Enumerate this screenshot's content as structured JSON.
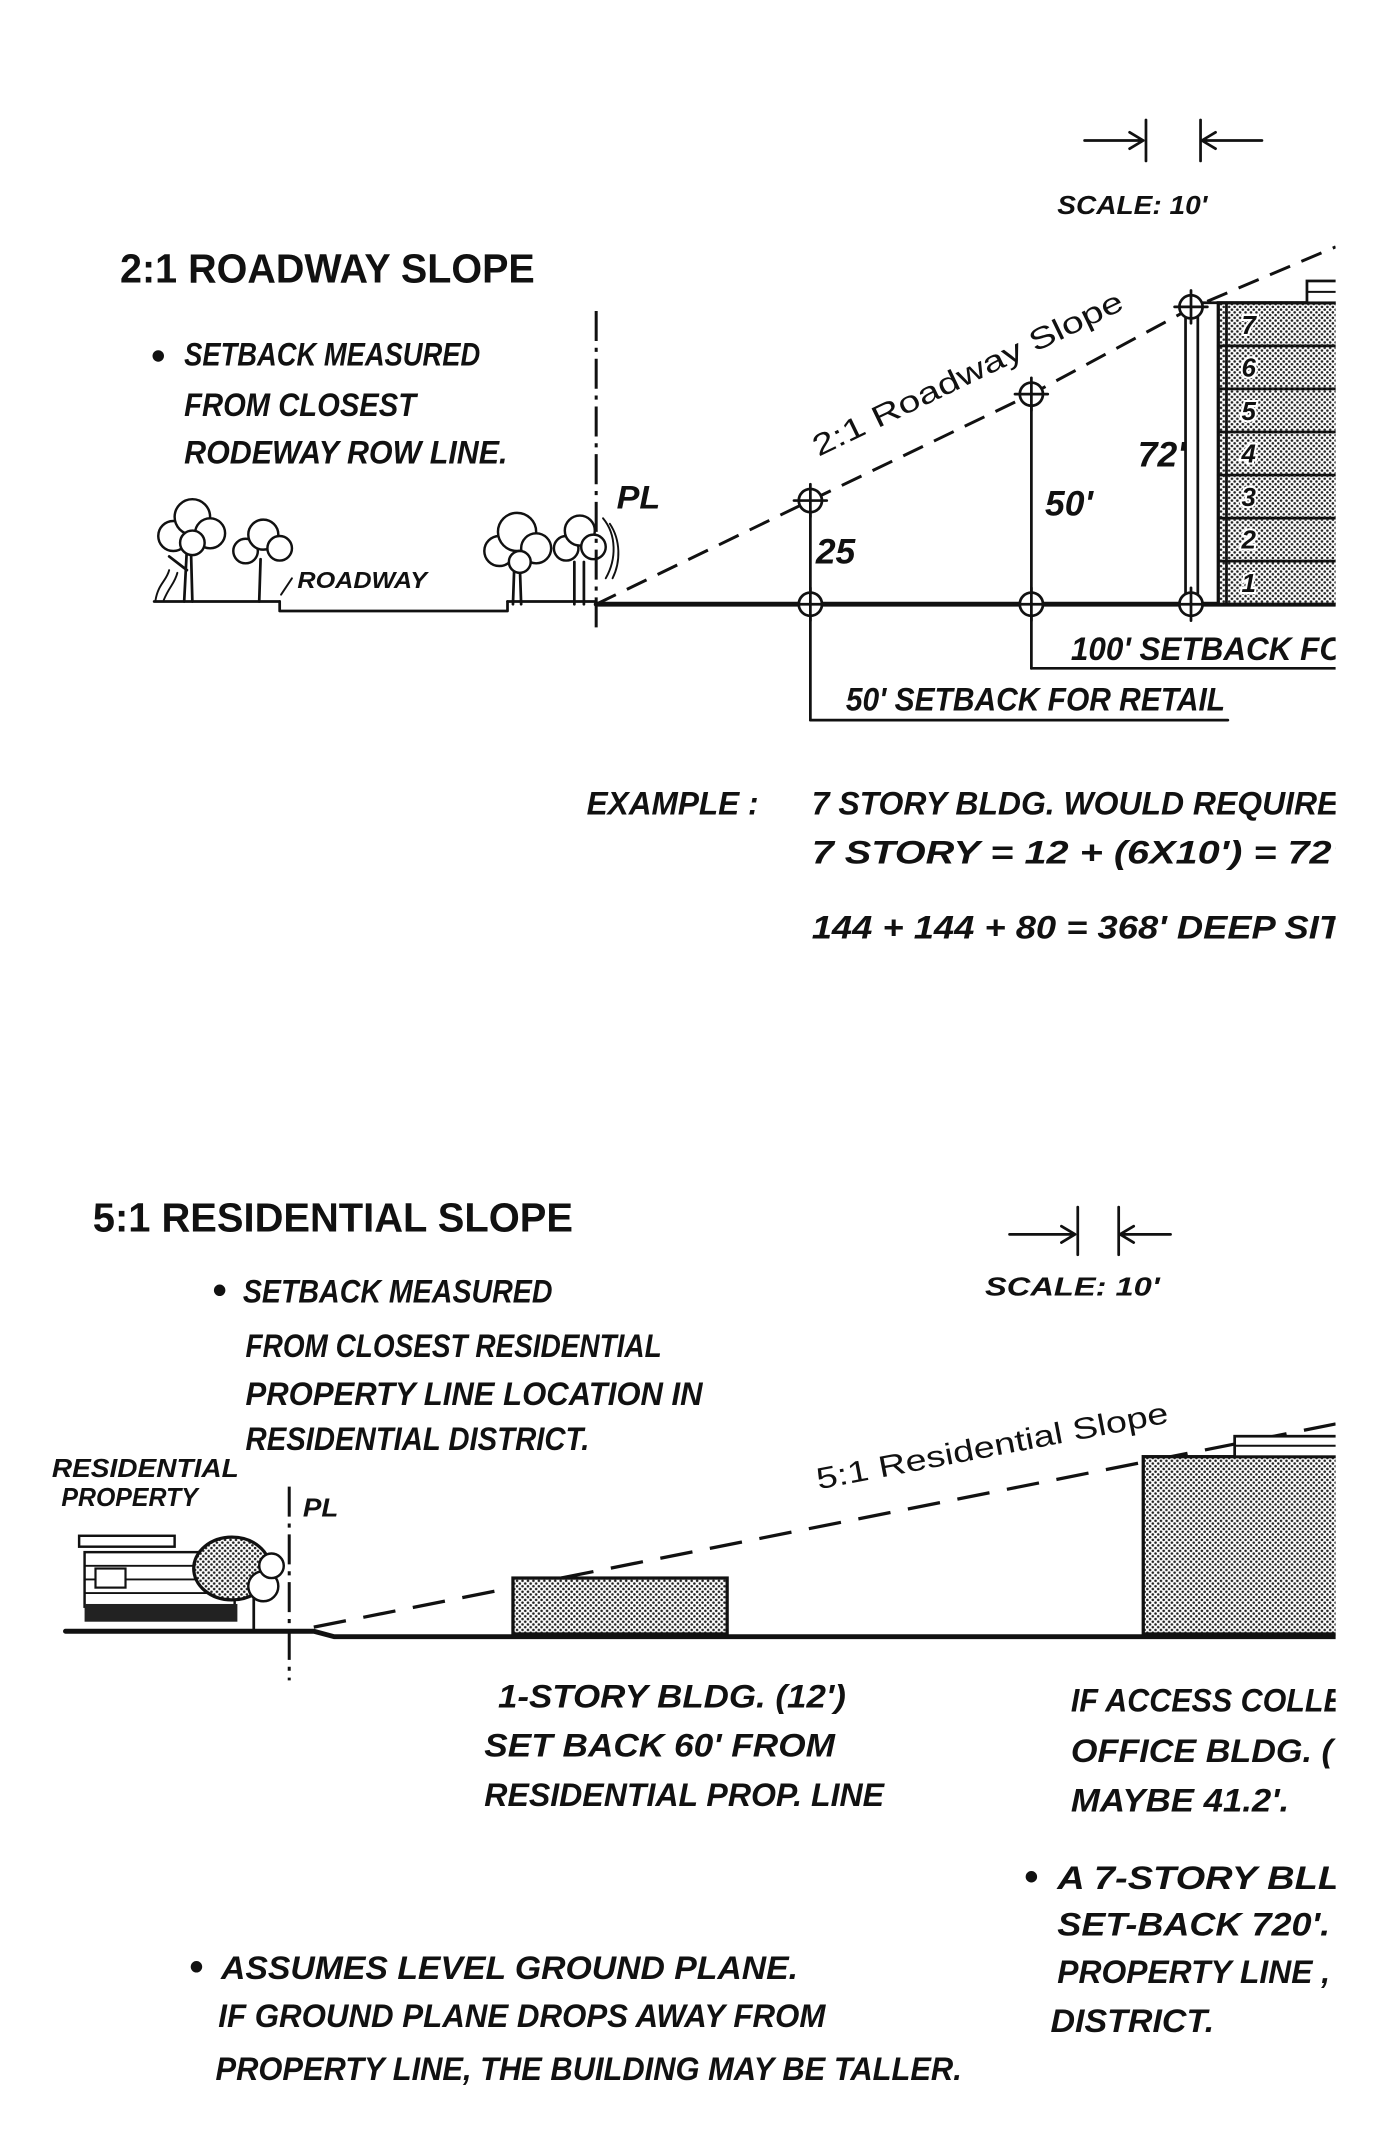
{
  "roadway_section": {
    "title": "2:1 ROADWAY SLOPE",
    "scale_label": "SCALE: 10'",
    "note": [
      "SETBACK MEASURED",
      "FROM CLOSEST",
      "RODEWAY ROW LINE."
    ],
    "roadway_label": "ROADWAY",
    "property_line_label": "PL",
    "slope_label": "2:1 Roadway Slope",
    "height_labels": [
      "25",
      "50'",
      "72'"
    ],
    "floor_numbers": [
      "1",
      "2",
      "3",
      "4",
      "5",
      "6",
      "7"
    ],
    "retail_setback_label": "50' SETBACK FOR RETAIL",
    "office_setback_label": "100' SETBACK FO",
    "example_label": "EXAMPLE :",
    "example_lines": [
      "7 STORY BLDG. WOULD REQUIRE",
      "7 STORY = 12 + (6X10') = 72'",
      "144 + 144 + 80 = 368' DEEP SIT"
    ]
  },
  "residential_section": {
    "title": "5:1 RESIDENTIAL SLOPE",
    "scale_label": "SCALE: 10'",
    "note": [
      "SETBACK MEASURED",
      "FROM CLOSEST RESIDENTIAL",
      "PROPERTY LINE LOCATION IN",
      "RESIDENTIAL DISTRICT."
    ],
    "residential_property_label": [
      "RESIDENTIAL",
      "PROPERTY"
    ],
    "property_line_label": "PL",
    "slope_label": "5:1 Residential Slope",
    "one_story_note": [
      "1-STORY BLDG. (12')",
      "SET BACK 60' FROM",
      "RESIDENTIAL PROP. LINE"
    ],
    "access_note": [
      "IF ACCESS COLLE",
      "OFFICE BLDG. (",
      "MAYBE 41.2'."
    ],
    "seven_story_note": [
      "A 7-STORY BLL",
      "SET-BACK 720'.",
      "PROPERTY LINE ,",
      "DISTRICT."
    ],
    "ground_note": [
      "ASSUMES LEVEL GROUND PLANE.",
      "IF GROUND PLANE DROPS AWAY FROM",
      "PROPERTY LINE, THE BUILDING MAY BE TALLER."
    ]
  }
}
